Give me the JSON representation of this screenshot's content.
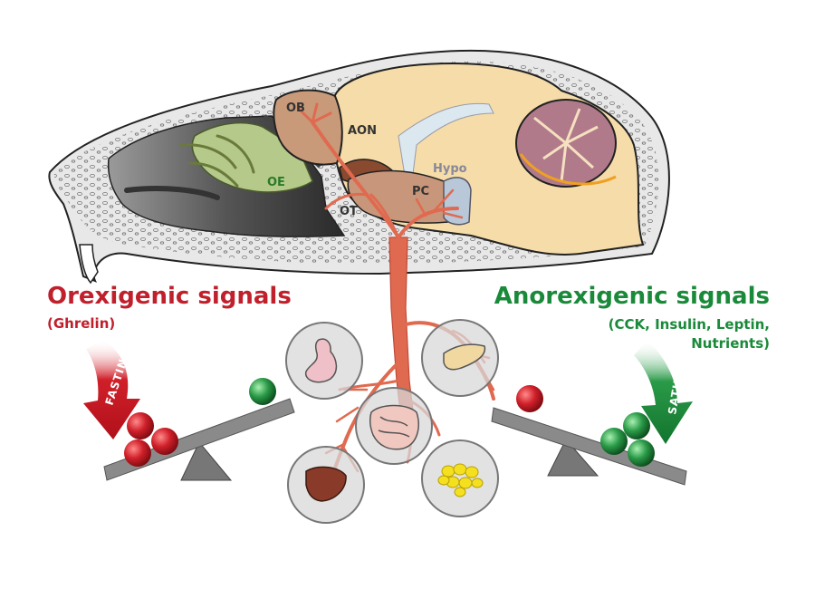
{
  "colors": {
    "orexigenic": "#c0202c",
    "anorexigenic": "#1a8a3a",
    "nerve": "#e06a50",
    "olfactory_epithelium": "#b4c98a",
    "olfactory_bulb": "#c89a7a",
    "brain": "#f5dca8",
    "cerebellum": "#b07a8a",
    "hypothalamus": "#b8c8d8",
    "seesaw": "#8a8a8a"
  },
  "left": {
    "title": "Orexigenic signals",
    "subtitle": "(Ghrelin)",
    "arrow_label": "FASTING"
  },
  "right": {
    "title": "Anorexigenic signals",
    "subtitle_line1": "(CCK, Insulin, Leptin,",
    "subtitle_line2": "Nutrients)",
    "arrow_label": "SATIETY"
  },
  "brain_regions": {
    "ob": "OB",
    "aon": "AON",
    "oe": "OE",
    "ot": "OT",
    "pc": "PC",
    "hypo": "Hypo"
  },
  "organs": [
    {
      "icon": "stomach-icon"
    },
    {
      "icon": "pancreas-icon"
    },
    {
      "icon": "intestine-icon"
    },
    {
      "icon": "liver-icon"
    },
    {
      "icon": "fat-cells-icon"
    }
  ]
}
